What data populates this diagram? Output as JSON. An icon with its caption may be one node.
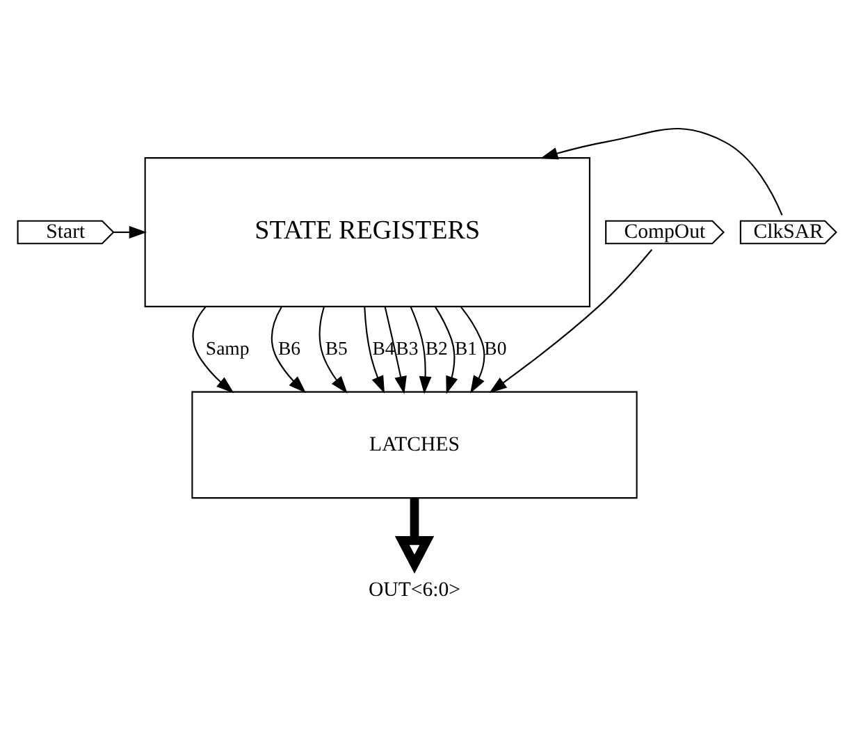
{
  "diagram": {
    "nodes": [
      {
        "text": [
          "Start"
        ]
      },
      {
        "text": [
          "ClkSAR"
        ]
      },
      {
        "text": [
          "STATE REGISTERS"
        ]
      },
      {
        "text": [
          "CompOut"
        ]
      },
      {
        "text": [
          "LATCHES"
        ]
      },
      {
        "text": [
          "OUT<6:0>"
        ]
      }
    ],
    "edges": [
      {
        "from": 0,
        "to": 2,
        "arrow": "to"
      },
      {
        "from": 1,
        "to": 2,
        "arrow": "to"
      },
      {
        "from": 2,
        "to": 4,
        "arrow": "to",
        "label": "Samp"
      },
      {
        "from": 2,
        "to": 4,
        "arrow": "to",
        "label": "B6"
      },
      {
        "from": 2,
        "to": 4,
        "arrow": "to",
        "label": "B5"
      },
      {
        "from": 2,
        "to": 4,
        "arrow": "to",
        "label": "B4"
      },
      {
        "from": 2,
        "to": 4,
        "arrow": "to",
        "label": "B3"
      },
      {
        "from": 2,
        "to": 4,
        "arrow": "to",
        "label": "B2"
      },
      {
        "from": 2,
        "to": 4,
        "arrow": "to",
        "label": "B1"
      },
      {
        "from": 2,
        "to": 4,
        "arrow": "to",
        "label": "B0"
      },
      {
        "from": 3,
        "to": 4,
        "arrow": "to"
      },
      {
        "from": 4,
        "to": 5,
        "arrow": "to",
        "style": "thick"
      }
    ]
  }
}
